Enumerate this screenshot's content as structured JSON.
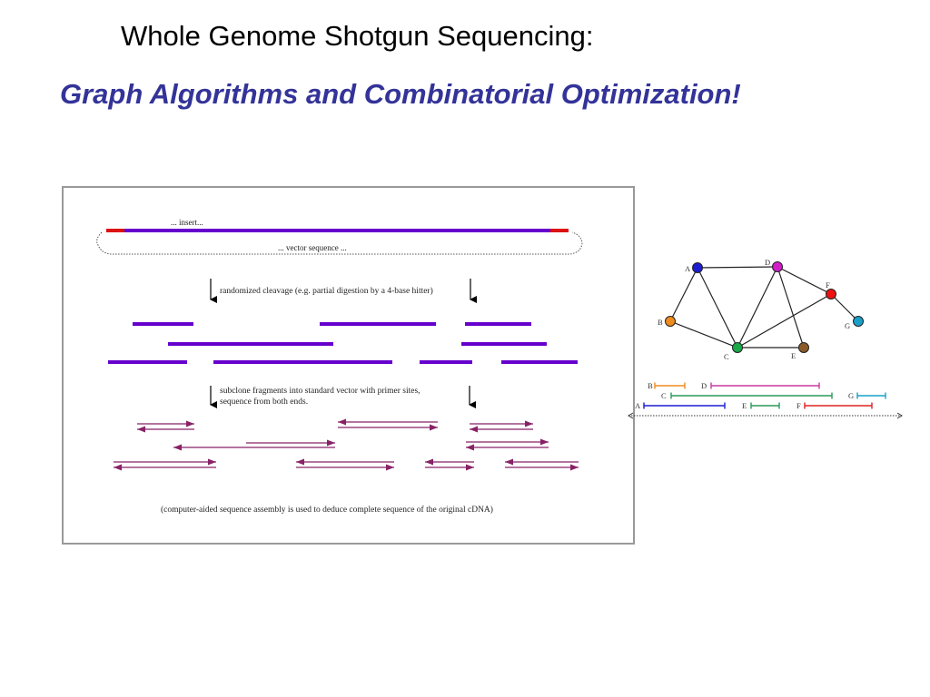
{
  "slide": {
    "title": "Whole Genome Shotgun Sequencing:",
    "subtitle": "Graph Algorithms and Combinatorial Optimization!"
  },
  "shotgun_figure": {
    "insert_label": "... insert...",
    "vector_label": "... vector sequence ...",
    "step1_label": "randomized cleavage (e.g. partial digestion by a 4-base hitter)",
    "step2_label_line1": "subclone fragments into standard vector with primer sites,",
    "step2_label_line2": "sequence from both ends.",
    "caption": "(computer-aided sequence assembly is used to deduce complete sequence of the original cDNA)",
    "colors": {
      "insert": "#6600cc",
      "vector_end": "#dd1111",
      "read": "#882266"
    }
  },
  "overlap_graph": {
    "nodes": [
      {
        "id": "A",
        "label": "A",
        "color": "#1c1cd0"
      },
      {
        "id": "B",
        "label": "B",
        "color": "#f08c1e"
      },
      {
        "id": "C",
        "label": "C",
        "color": "#1aa84a"
      },
      {
        "id": "D",
        "label": "D",
        "color": "#d21ec8"
      },
      {
        "id": "E",
        "label": "E",
        "color": "#8a5a2a"
      },
      {
        "id": "F",
        "label": "F",
        "color": "#ee1111"
      },
      {
        "id": "G",
        "label": "G",
        "color": "#1aa0c8"
      }
    ],
    "edges": [
      [
        "A",
        "D"
      ],
      [
        "A",
        "B"
      ],
      [
        "A",
        "C"
      ],
      [
        "B",
        "C"
      ],
      [
        "C",
        "D"
      ],
      [
        "D",
        "E"
      ],
      [
        "C",
        "E"
      ],
      [
        "C",
        "F"
      ],
      [
        "D",
        "F"
      ],
      [
        "F",
        "G"
      ]
    ]
  },
  "fragment_layout": {
    "fragments": [
      {
        "label": "B",
        "color": "#f08c1e"
      },
      {
        "label": "D",
        "color": "#c83ca0"
      },
      {
        "label": "C",
        "color": "#2a9a5a"
      },
      {
        "label": "G",
        "color": "#1aa0c8"
      },
      {
        "label": "A",
        "color": "#1c1cd0"
      },
      {
        "label": "E",
        "color": "#2a9a5a"
      },
      {
        "label": "F",
        "color": "#dd2222"
      }
    ]
  }
}
